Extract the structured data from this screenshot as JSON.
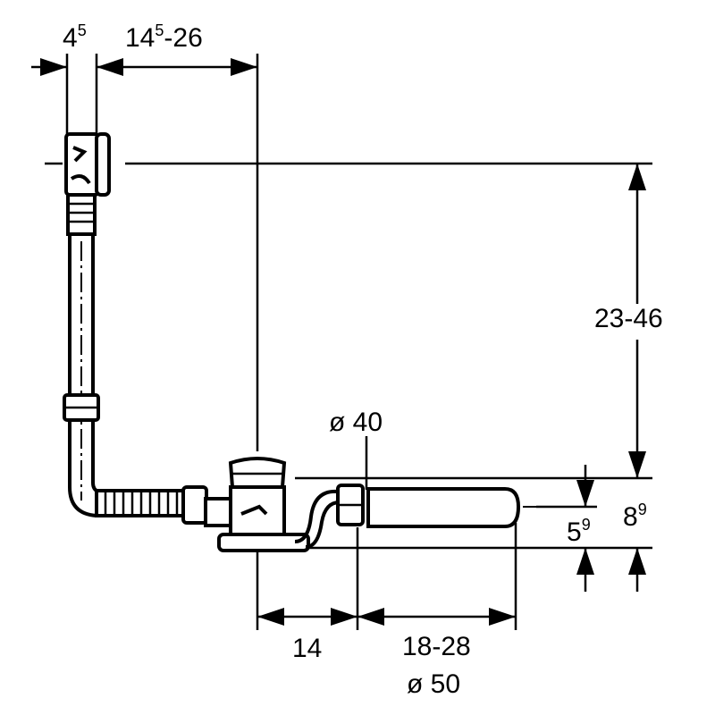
{
  "dimensions": {
    "overflow_pipe_width": {
      "main": "4",
      "sup": "5"
    },
    "overflow_offset": {
      "main": "14",
      "sup": "5",
      "rest": "-26"
    },
    "height_range": "23-46",
    "outlet_diameter": "ø 40",
    "outlet_height": {
      "main": "5",
      "sup": "9"
    },
    "total_height": {
      "main": "8",
      "sup": "9"
    },
    "drain_to_outlet": "14",
    "outlet_length": "18-28",
    "pipe_diameter": "ø 50"
  }
}
